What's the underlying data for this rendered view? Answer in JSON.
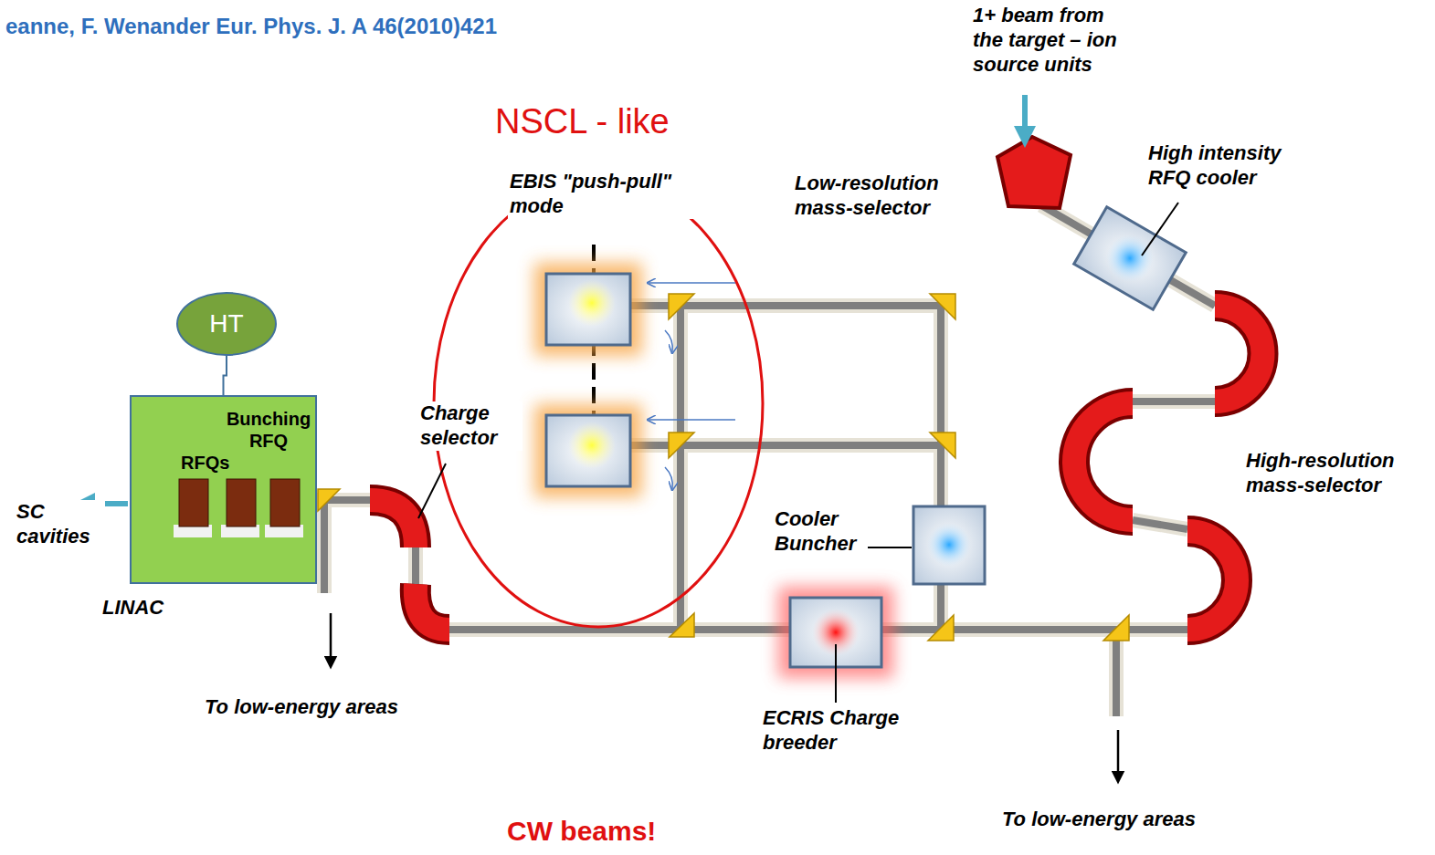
{
  "diagram": {
    "nodes": [
      {
        "text": [
          "HT"
        ]
      },
      {
        "text": [
          "Bunching RFQ",
          "RFQs",
          "LINAC"
        ]
      }
    ],
    "edges": [
      {
        "from": 0,
        "to": 1,
        "arrow": "none"
      }
    ],
    "labels": [
      "eanne, F. Wenander Eur. Phys. J. A 46(2010)421",
      "1+ beam from the target – ion source units",
      "High intensity RFQ cooler",
      "Low-resolution mass-selector",
      "NSCL - like",
      "EBIS \"push-pull\" mode",
      "Charge selector",
      "SC cavities",
      "High-resolution mass-selector",
      "Cooler Buncher",
      "To low-energy areas",
      "ECRIS Charge breeder",
      "To low-energy areas",
      "CW beams!"
    ]
  }
}
